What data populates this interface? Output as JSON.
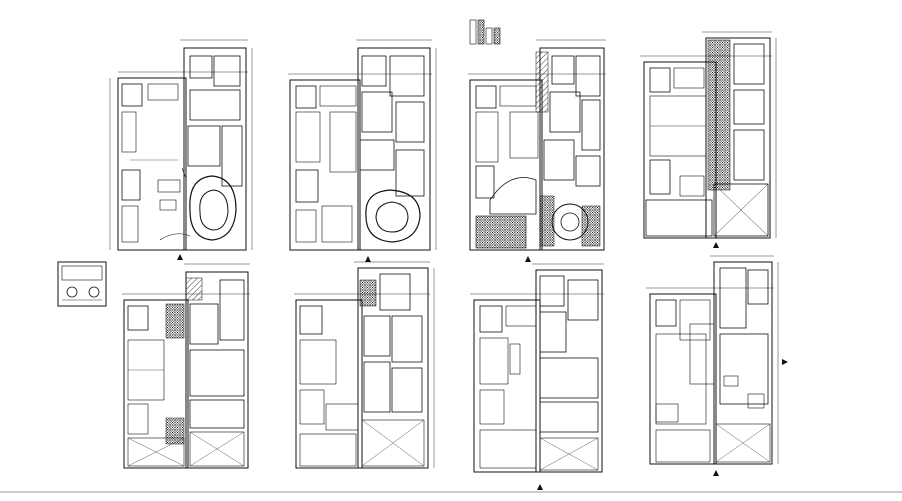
{
  "drawing": {
    "type": "architectural floor plan sheet",
    "line_color": "#111111",
    "background": "#ffffff",
    "plans": [
      {
        "id": "plan-top-1"
      },
      {
        "id": "plan-top-2"
      },
      {
        "id": "plan-top-3"
      },
      {
        "id": "plan-top-4"
      },
      {
        "id": "plan-bottom-1"
      },
      {
        "id": "plan-bottom-2"
      },
      {
        "id": "plan-bottom-3"
      },
      {
        "id": "plan-bottom-4"
      }
    ],
    "extra_details": [
      "elevation-detail",
      "north-arrow"
    ]
  }
}
